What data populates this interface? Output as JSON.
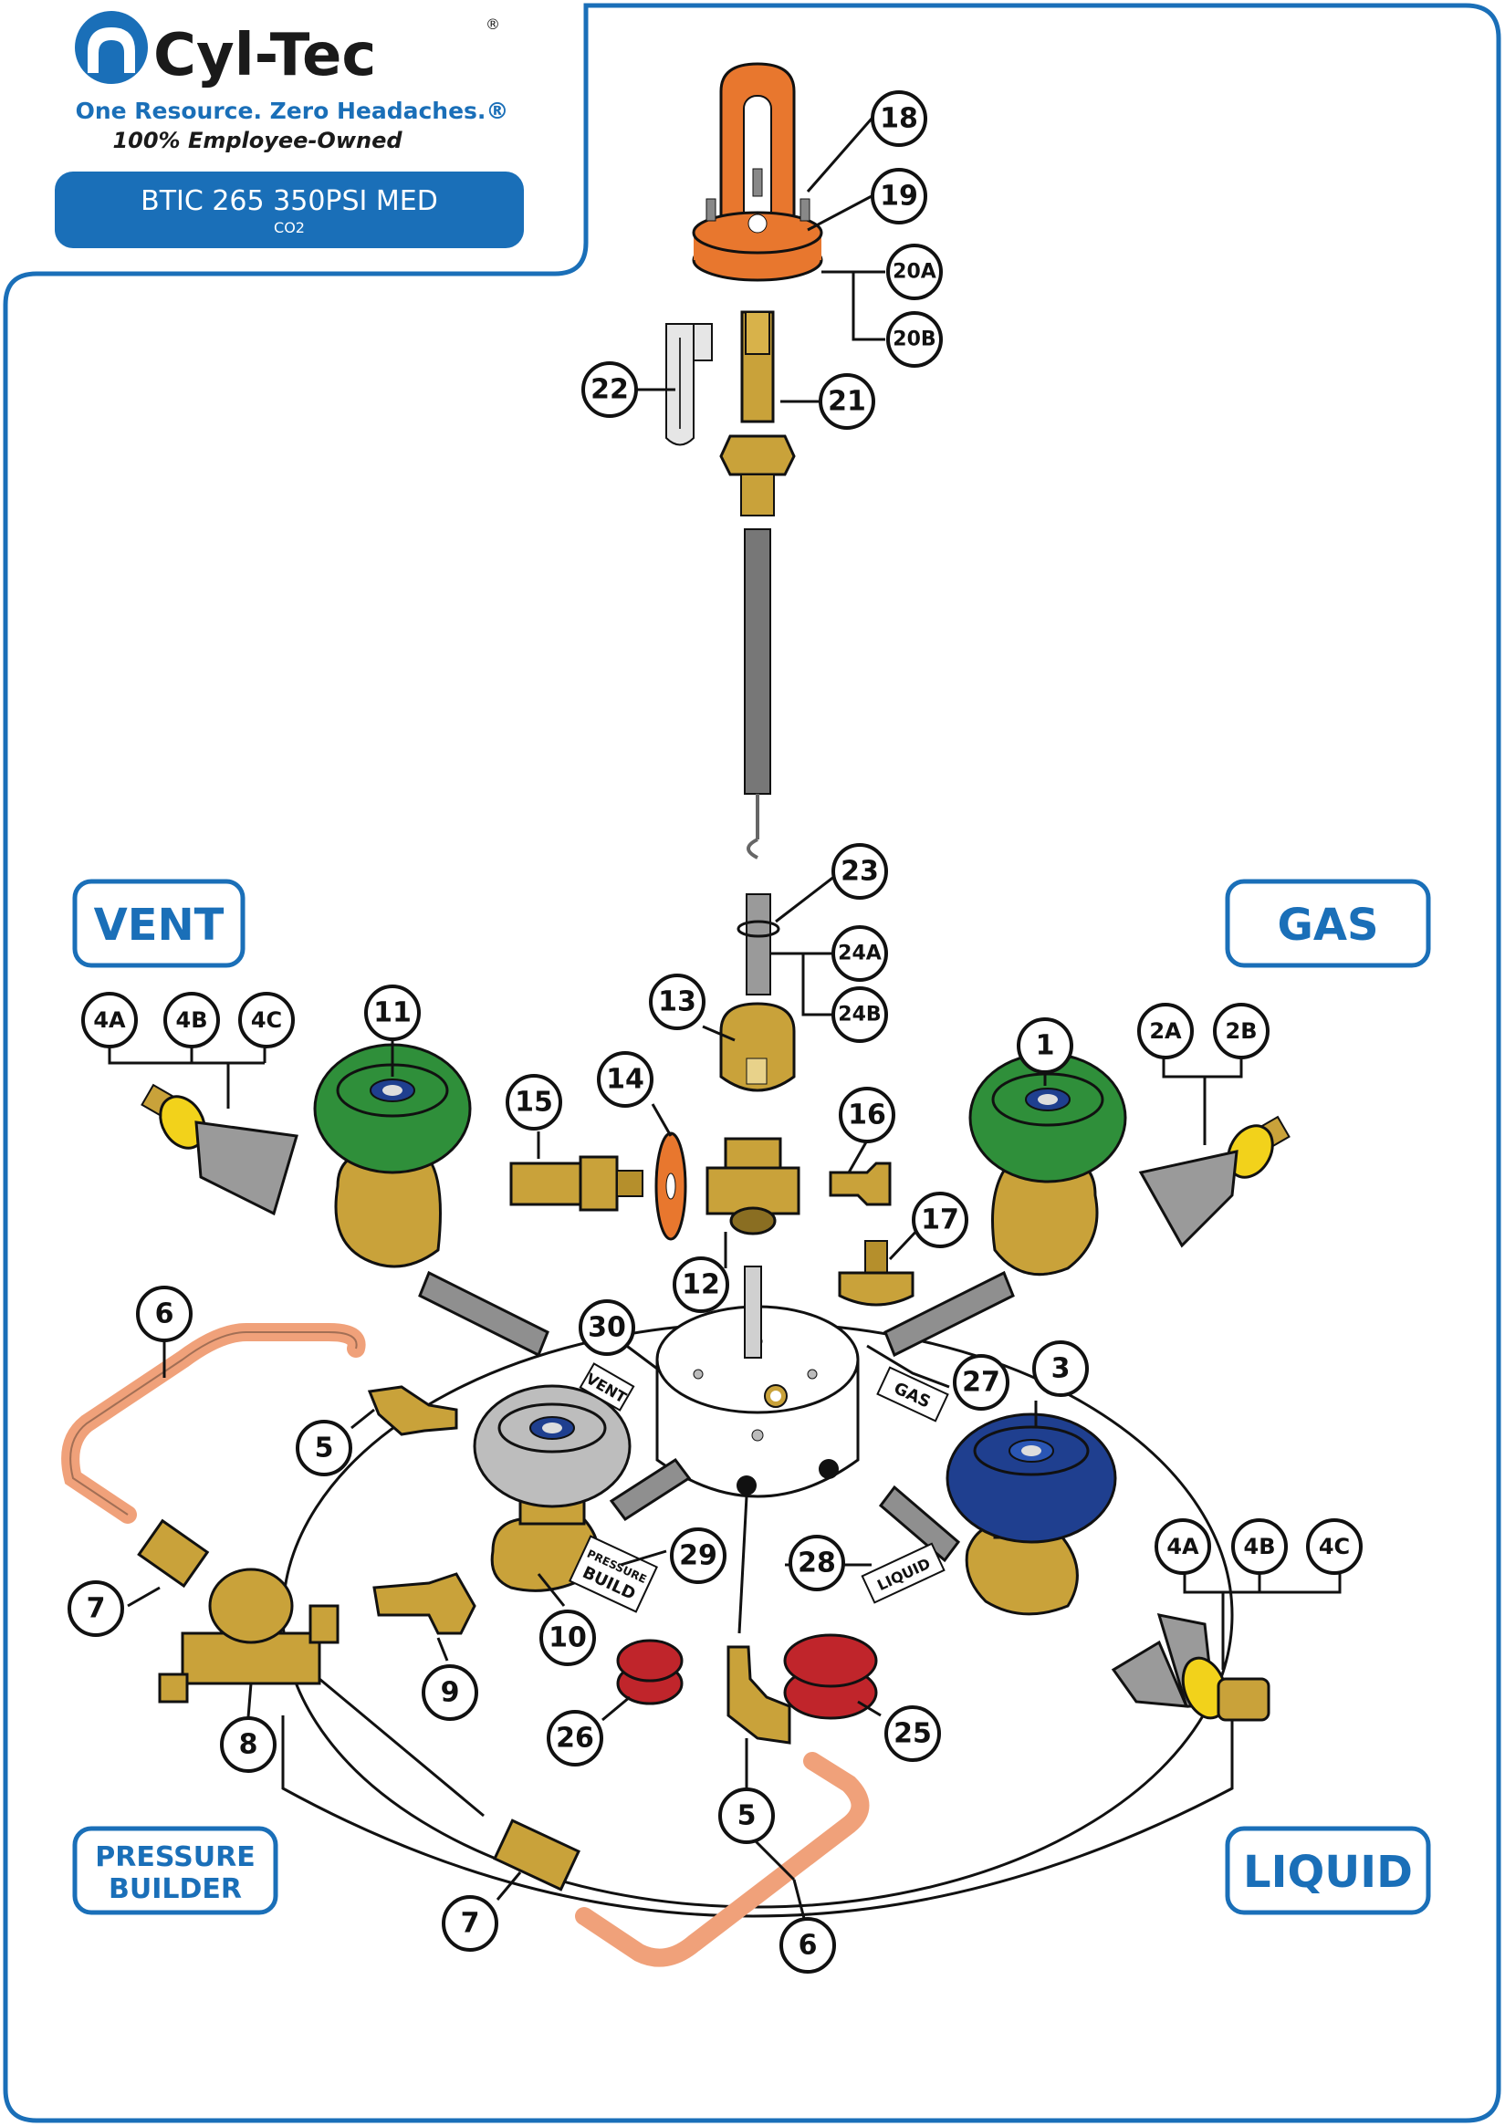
{
  "brand": {
    "name": "Cyl-Tec",
    "registered_mark": "®",
    "tagline": "One Resource. Zero Headaches.®",
    "subtagline": "100% Employee-Owned",
    "color": "#1a6fb8"
  },
  "product": {
    "title": "BTIC 265 350PSI MED",
    "subtitle": "CO2"
  },
  "zones": {
    "vent": "VENT",
    "gas": "GAS",
    "pressure_builder_line1": "PRESSURE",
    "pressure_builder_line2": "BUILDER",
    "liquid": "LIQUID"
  },
  "tags": {
    "vent": "VENT",
    "gas": "GAS",
    "pressure_build_line1": "PRESSURE",
    "pressure_build_line2": "BUILD",
    "liquid": "LIQUID"
  },
  "callouts": {
    "c18": "18",
    "c19": "19",
    "c20a": "20A",
    "c20b": "20B",
    "c21": "21",
    "c22": "22",
    "c23": "23",
    "c24a": "24A",
    "c24b": "24B",
    "c13": "13",
    "c14": "14",
    "c15": "15",
    "c16": "16",
    "c17": "17",
    "c12": "12",
    "c11": "11",
    "c1": "1",
    "c4a_l": "4A",
    "c4b_l": "4B",
    "c4c_l": "4C",
    "c2a": "2A",
    "c2b": "2B",
    "c6_l": "6",
    "c5_l": "5",
    "c30": "30",
    "c27": "27",
    "c3": "3",
    "c7_l": "7",
    "c29": "29",
    "c28": "28",
    "c4a_r": "4A",
    "c4b_r": "4B",
    "c4c_r": "4C",
    "c10": "10",
    "c9": "9",
    "c8": "8",
    "c26": "26",
    "c25": "25",
    "c5_b": "5",
    "c7_b": "7",
    "c6_b": "6"
  },
  "colors": {
    "brass": "#c9a23a",
    "orange": "#e8772e",
    "copper": "#f0a17a",
    "green_knob": "#2f8f3a",
    "blue_knob": "#1f3f8f",
    "gray_knob": "#bdbdbd",
    "red_cap": "#c0252b",
    "yellow_band": "#f2d21b",
    "steel": "#8f8f8f"
  },
  "icons": {
    "logo": "cyl-tec-arch-logo",
    "parts": [
      "dip-tube-handle",
      "valve-handwheel",
      "relief-valve",
      "tee-fitting",
      "elbow-fitting",
      "copper-tube",
      "dust-cap",
      "level-gauge-float",
      "regulator"
    ]
  }
}
